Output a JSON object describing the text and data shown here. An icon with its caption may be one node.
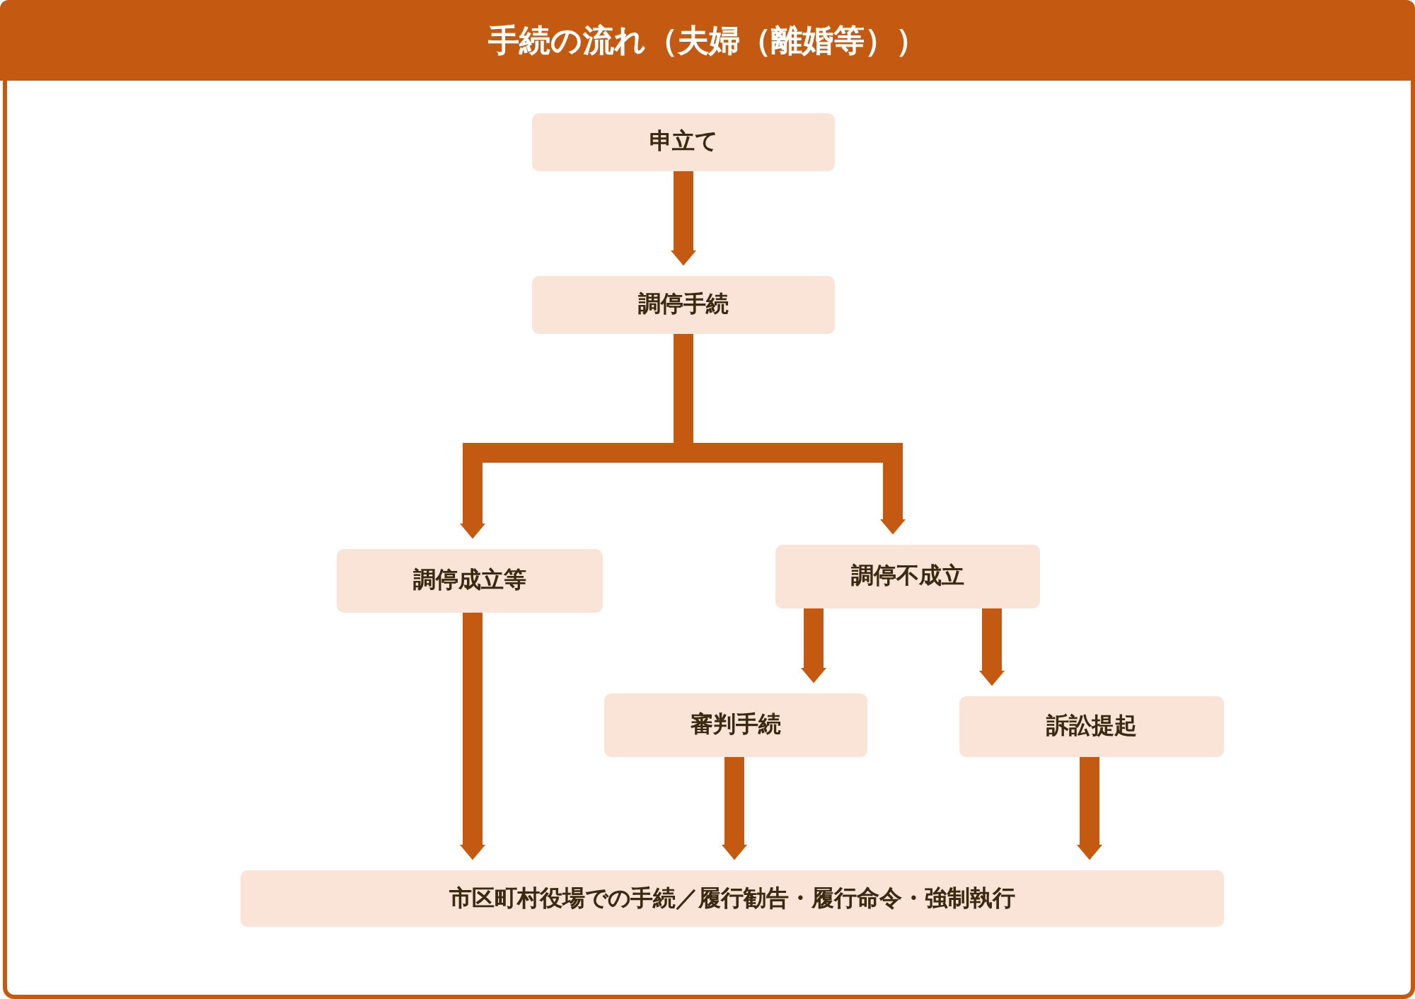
{
  "diagram": {
    "title": "手続の流れ（夫婦（離婚等））",
    "nodes": [
      {
        "text": [
          "申立て"
        ]
      },
      {
        "text": [
          "調停手続"
        ]
      },
      {
        "text": [
          "調停成立等"
        ]
      },
      {
        "text": [
          "調停不成立"
        ]
      },
      {
        "text": [
          "審判手続"
        ]
      },
      {
        "text": [
          "訴訟提起"
        ]
      },
      {
        "text": [
          "市区町村役場での手続／履行勧告・履行命令・強制執行"
        ]
      }
    ],
    "edges": [
      {
        "from": 0,
        "to": 1,
        "arrow": "to"
      },
      {
        "from": 1,
        "to": 2,
        "arrow": "to"
      },
      {
        "from": 1,
        "to": 3,
        "arrow": "to"
      },
      {
        "from": 2,
        "to": 6,
        "arrow": "to"
      },
      {
        "from": 3,
        "to": 4,
        "arrow": "to"
      },
      {
        "from": 3,
        "to": 5,
        "arrow": "to"
      },
      {
        "from": 4,
        "to": 6,
        "arrow": "to"
      },
      {
        "from": 5,
        "to": 6,
        "arrow": "to"
      }
    ]
  }
}
